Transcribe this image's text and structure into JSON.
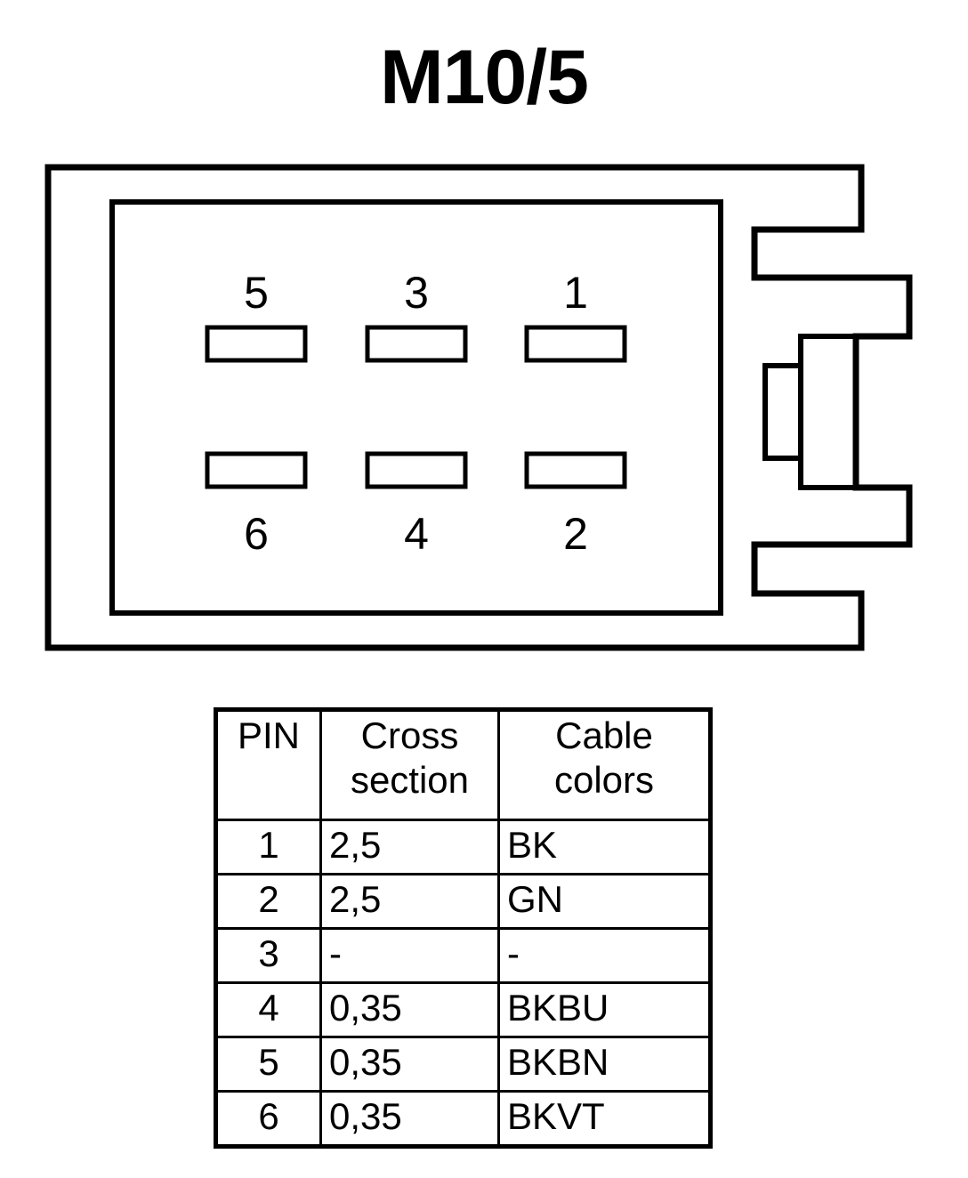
{
  "title": "M10/5",
  "connector": {
    "name": "6-pin automotive connector face view",
    "top_row_pins": [
      "5",
      "3",
      "1"
    ],
    "bottom_row_pins": [
      "6",
      "4",
      "2"
    ]
  },
  "table": {
    "headers": {
      "pin": "PIN",
      "cross_section_line1": "Cross",
      "cross_section_line2": "section",
      "cable_colors_line1": "Cable",
      "cable_colors_line2": "colors"
    },
    "rows": [
      {
        "pin": "1",
        "cross_section": "2,5",
        "cable_colors": "BK"
      },
      {
        "pin": "2",
        "cross_section": "2,5",
        "cable_colors": "GN"
      },
      {
        "pin": "3",
        "cross_section": "-",
        "cable_colors": "-"
      },
      {
        "pin": "4",
        "cross_section": "0,35",
        "cable_colors": "BKBU"
      },
      {
        "pin": "5",
        "cross_section": "0,35",
        "cable_colors": "BKBN"
      },
      {
        "pin": "6",
        "cross_section": "0,35",
        "cable_colors": "BKVT"
      }
    ]
  },
  "colors": {
    "ink": "#000000",
    "paper": "#ffffff"
  }
}
